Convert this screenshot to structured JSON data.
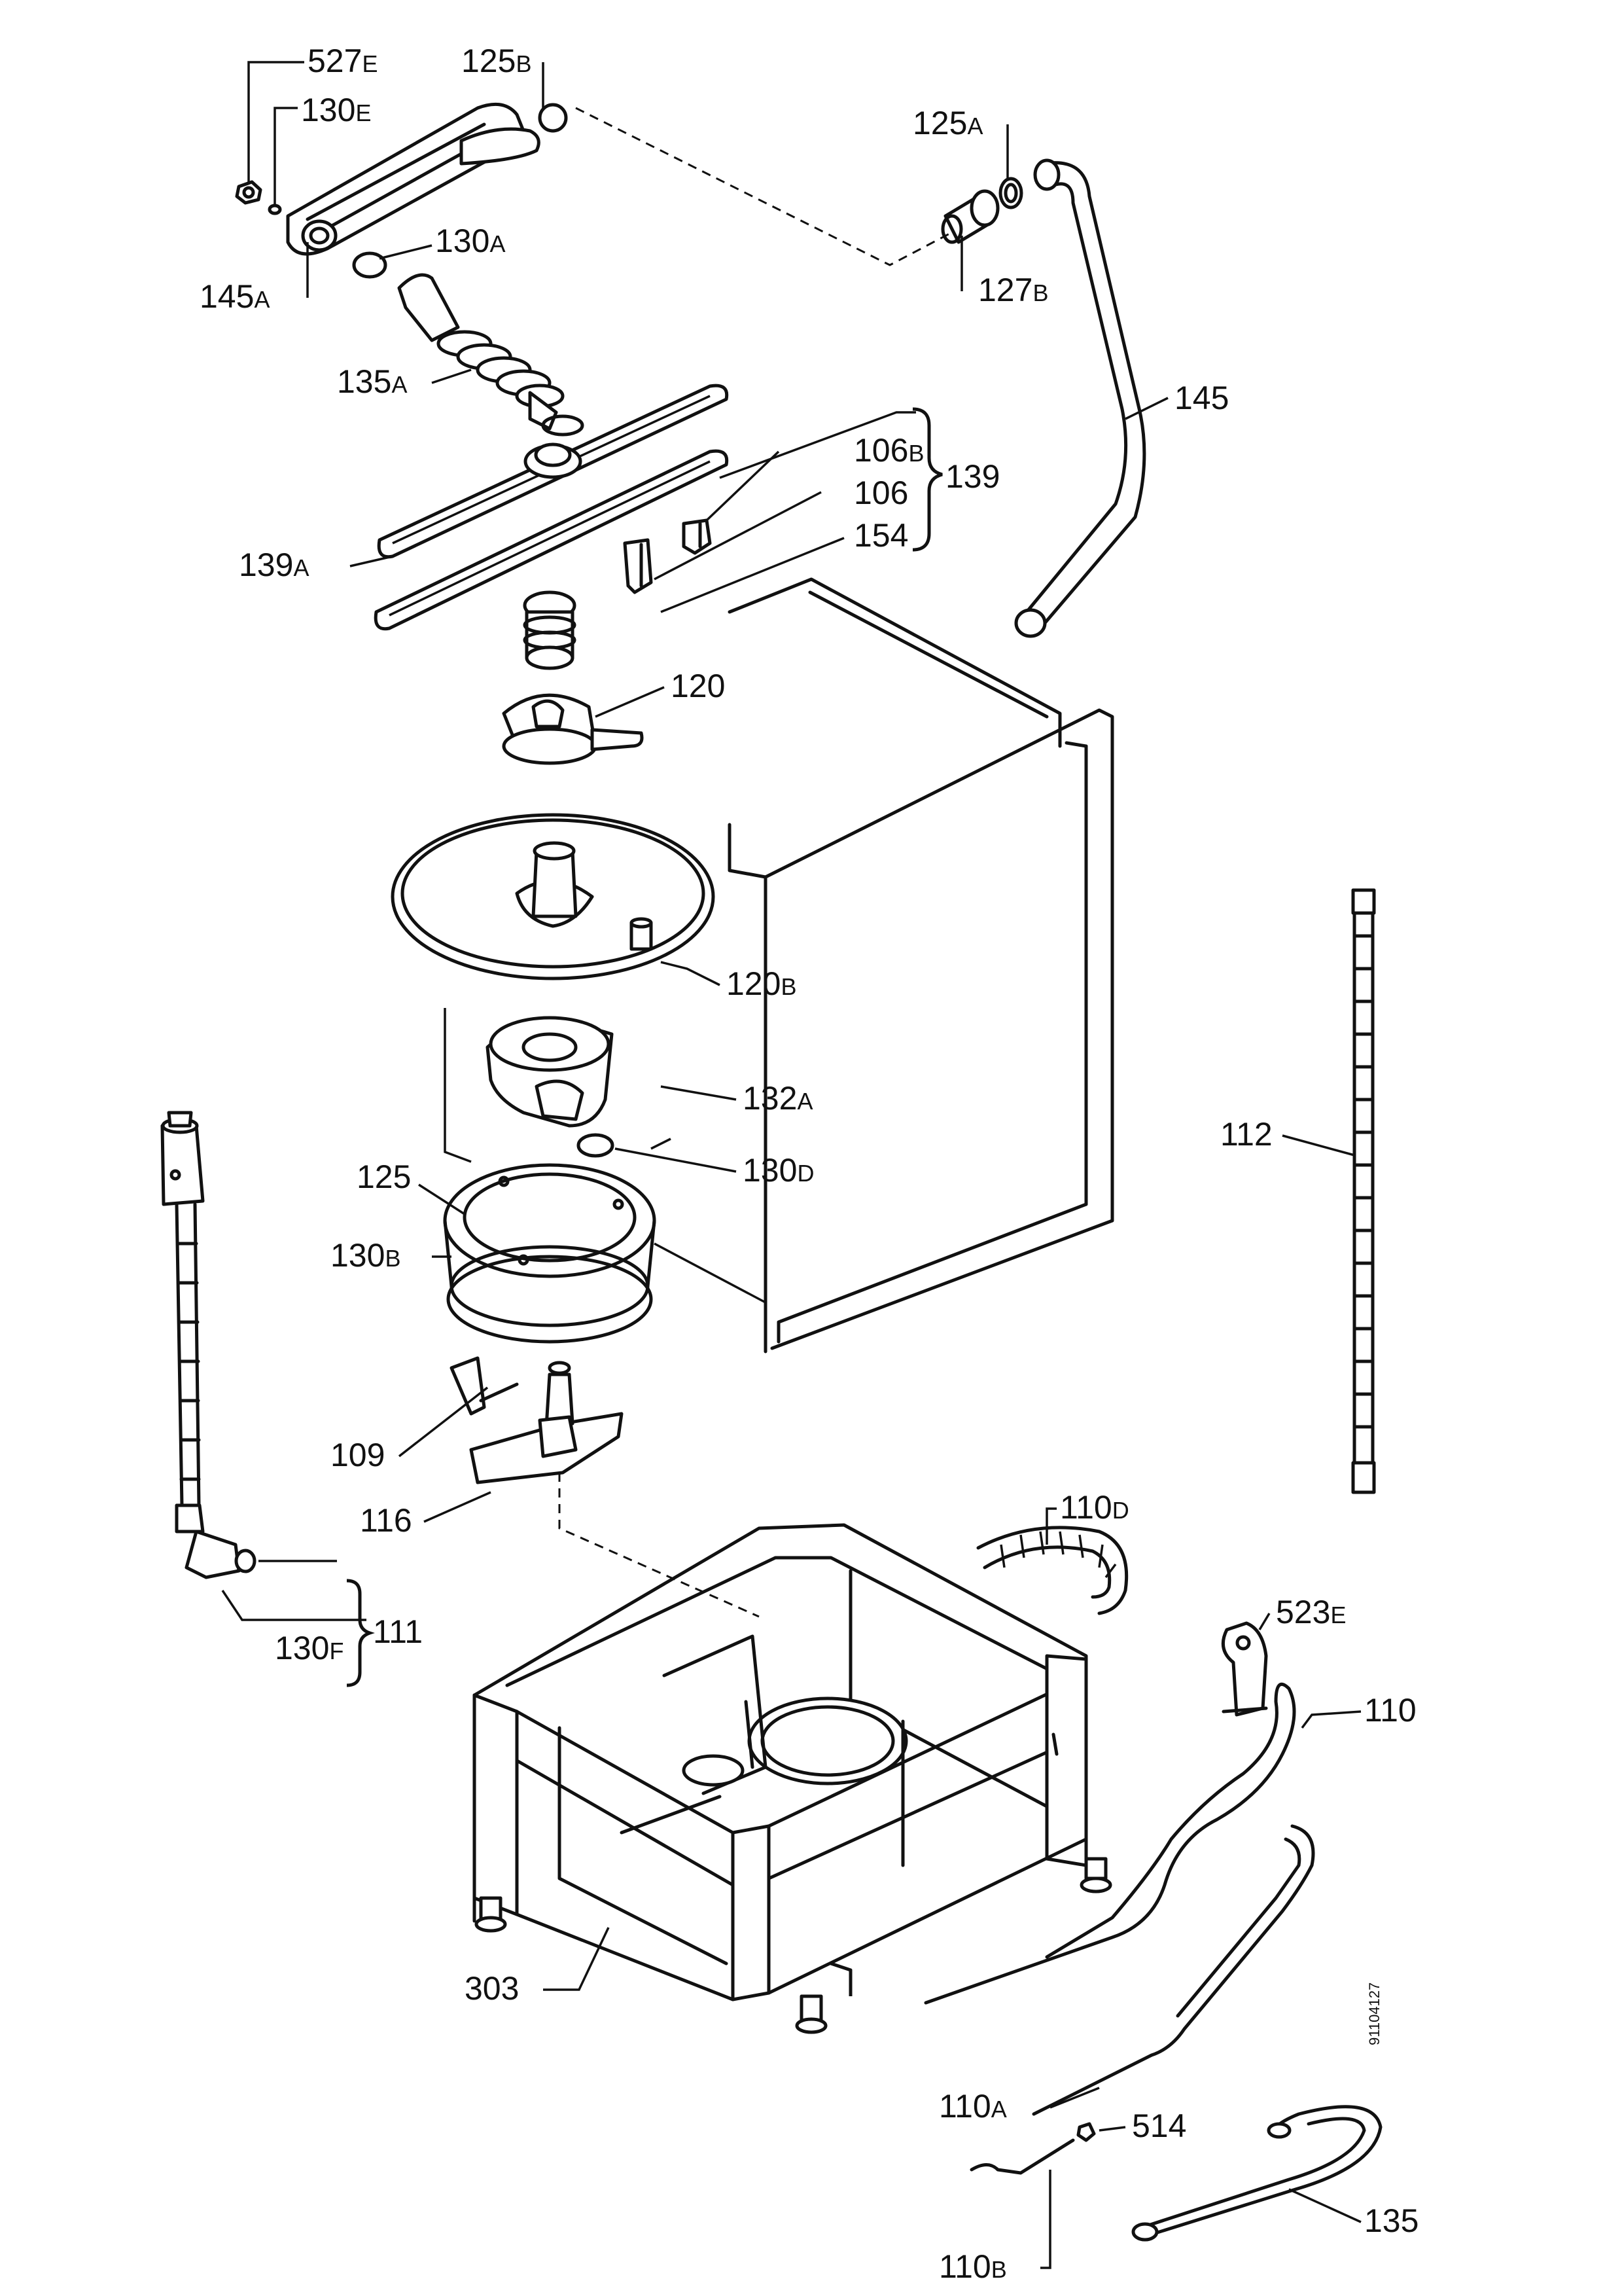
{
  "labels": {
    "p527E": {
      "num": "527",
      "sfx": "E"
    },
    "p125B": {
      "num": "125",
      "sfx": "B"
    },
    "p130E": {
      "num": "130",
      "sfx": "E"
    },
    "p130A": {
      "num": "130",
      "sfx": "A"
    },
    "p145A": {
      "num": "145",
      "sfx": "A"
    },
    "p135A": {
      "num": "135",
      "sfx": "A"
    },
    "p125A": {
      "num": "125",
      "sfx": "A"
    },
    "p127B": {
      "num": "127",
      "sfx": "B"
    },
    "p145": {
      "num": "145",
      "sfx": ""
    },
    "p106B": {
      "num": "106",
      "sfx": "B"
    },
    "p106": {
      "num": "106",
      "sfx": ""
    },
    "p154": {
      "num": "154",
      "sfx": ""
    },
    "p139": {
      "num": "139",
      "sfx": ""
    },
    "p139A": {
      "num": "139",
      "sfx": "A"
    },
    "p120": {
      "num": "120",
      "sfx": ""
    },
    "p120B": {
      "num": "120",
      "sfx": "B"
    },
    "p132A": {
      "num": "132",
      "sfx": "A"
    },
    "p125": {
      "num": "125",
      "sfx": ""
    },
    "p130D": {
      "num": "130",
      "sfx": "D"
    },
    "p130B": {
      "num": "130",
      "sfx": "B"
    },
    "p112": {
      "num": "112",
      "sfx": ""
    },
    "p109": {
      "num": "109",
      "sfx": ""
    },
    "p116": {
      "num": "116",
      "sfx": ""
    },
    "p110D": {
      "num": "110",
      "sfx": "D"
    },
    "p523E": {
      "num": "523",
      "sfx": "E"
    },
    "p111": {
      "num": "111",
      "sfx": ""
    },
    "p130F": {
      "num": "130",
      "sfx": "F"
    },
    "p110": {
      "num": "110",
      "sfx": ""
    },
    "p303": {
      "num": "303",
      "sfx": ""
    },
    "p110A": {
      "num": "110",
      "sfx": "A"
    },
    "p514": {
      "num": "514",
      "sfx": ""
    },
    "p135": {
      "num": "135",
      "sfx": ""
    },
    "p110B": {
      "num": "110",
      "sfx": "B"
    }
  },
  "drawing_code": "91104127"
}
